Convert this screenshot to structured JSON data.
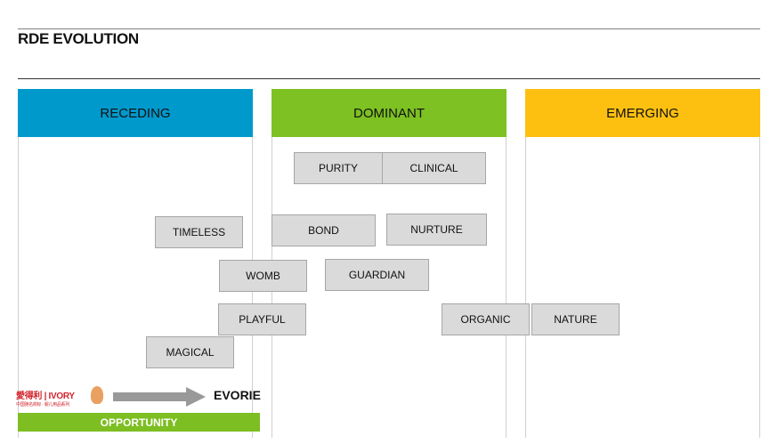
{
  "title": "RDE EVOLUTION",
  "columns": [
    {
      "label": "RECEDING",
      "color": "#0099cc"
    },
    {
      "label": "DOMINANT",
      "color": "#7dc122"
    },
    {
      "label": "EMERGING",
      "color": "#fdc010"
    }
  ],
  "boxes": [
    "PURITY",
    "CLINICAL",
    "TIMELESS",
    "BOND",
    "NURTURE",
    "WOMB",
    "GUARDIAN",
    "PLAYFUL",
    "ORGANIC",
    "NATURE",
    "MAGICAL"
  ],
  "logo": {
    "text": "愛得利 | IVORY"
  },
  "target": "EVORIE",
  "opportunity": "OPPORTUNITY"
}
